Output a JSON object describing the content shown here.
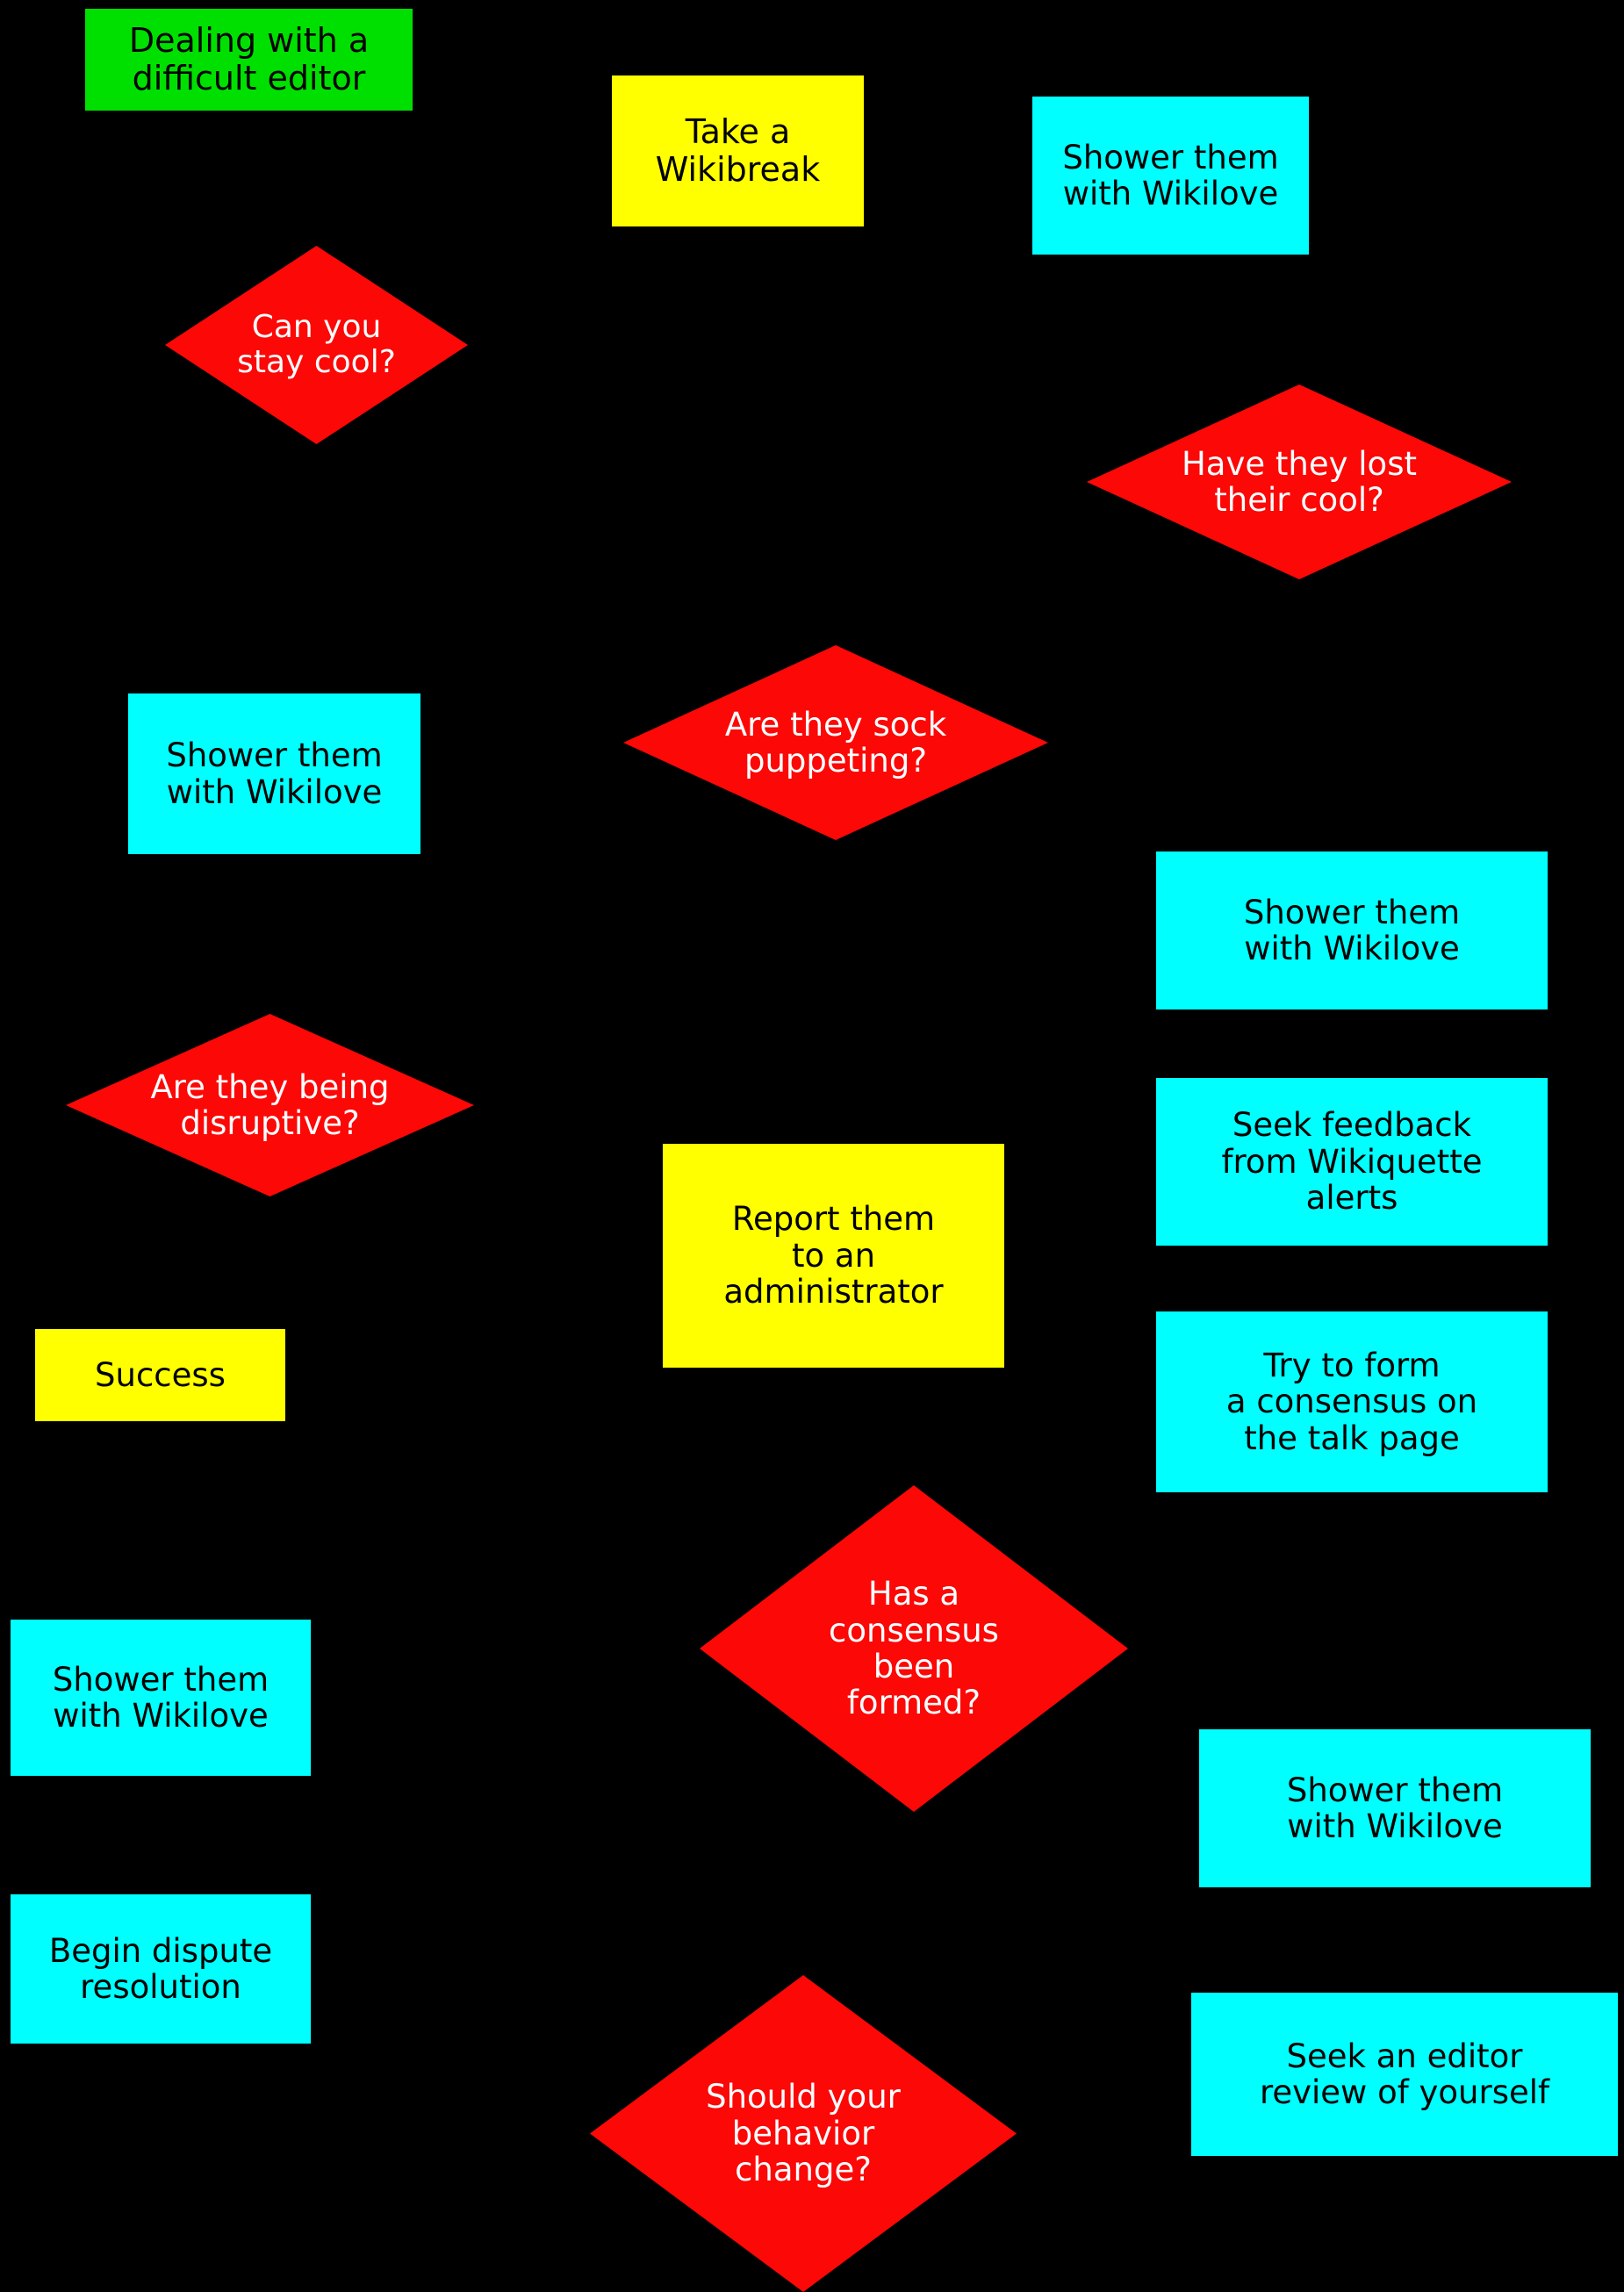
{
  "diagram": {
    "type": "flowchart",
    "title": "Dealing with a difficult editor",
    "background_color": "#000000",
    "palette": {
      "start_green": "#00e000",
      "decision_red": "#fb0807",
      "action_cyan": "#00ffff",
      "outcome_yellow": "#ffff00",
      "decision_text": "#ffffff",
      "node_text": "#000000"
    }
  },
  "nodes": [
    {
      "id": "start",
      "shape": "rectangle",
      "fill": "green",
      "text": "Dealing with a\ndifficult editor"
    },
    {
      "id": "take-a-wikibreak",
      "shape": "rectangle",
      "fill": "yellow",
      "text": "Take a\nWikibreak"
    },
    {
      "id": "shower-wikilove-top-right",
      "shape": "rectangle",
      "fill": "cyan",
      "text": "Shower them\nwith Wikilove"
    },
    {
      "id": "can-you-stay-cool",
      "shape": "diamond",
      "fill": "red",
      "text": "Can you\nstay cool?"
    },
    {
      "id": "have-they-lost-their-cool",
      "shape": "diamond",
      "fill": "red",
      "text": "Have they lost\ntheir cool?"
    },
    {
      "id": "shower-wikilove-mid-left",
      "shape": "rectangle",
      "fill": "cyan",
      "text": "Shower them\nwith Wikilove"
    },
    {
      "id": "are-they-sock-puppeting",
      "shape": "diamond",
      "fill": "red",
      "text": "Are they sock\npuppeting?"
    },
    {
      "id": "shower-wikilove-mid-right",
      "shape": "rectangle",
      "fill": "cyan",
      "text": "Shower them\nwith Wikilove"
    },
    {
      "id": "seek-feedback-wikiquette",
      "shape": "rectangle",
      "fill": "cyan",
      "text": "Seek feedback\nfrom Wikiquette\nalerts"
    },
    {
      "id": "are-they-being-disruptive",
      "shape": "diamond",
      "fill": "red",
      "text": "Are they being\ndisruptive?"
    },
    {
      "id": "report-to-administrator",
      "shape": "rectangle",
      "fill": "yellow",
      "text": "Report them\nto an\nadministrator"
    },
    {
      "id": "try-to-form-consensus",
      "shape": "rectangle",
      "fill": "cyan",
      "text": "Try to form\na consensus on\nthe talk page"
    },
    {
      "id": "success",
      "shape": "rectangle",
      "fill": "yellow",
      "text": "Success"
    },
    {
      "id": "has-a-consensus-been-formed",
      "shape": "diamond",
      "fill": "red",
      "text": "Has a\nconsensus\nbeen\nformed?"
    },
    {
      "id": "shower-wikilove-lower-left",
      "shape": "rectangle",
      "fill": "cyan",
      "text": "Shower them\nwith Wikilove"
    },
    {
      "id": "shower-wikilove-lower-right",
      "shape": "rectangle",
      "fill": "cyan",
      "text": "Shower them\nwith Wikilove"
    },
    {
      "id": "begin-dispute-resolution",
      "shape": "rectangle",
      "fill": "cyan",
      "text": "Begin dispute\nresolution"
    },
    {
      "id": "seek-editor-review",
      "shape": "rectangle",
      "fill": "cyan",
      "text": "Seek an editor\nreview of yourself"
    },
    {
      "id": "should-your-behavior-change",
      "shape": "diamond",
      "fill": "red",
      "text": "Should your\nbehavior\nchange?"
    }
  ]
}
